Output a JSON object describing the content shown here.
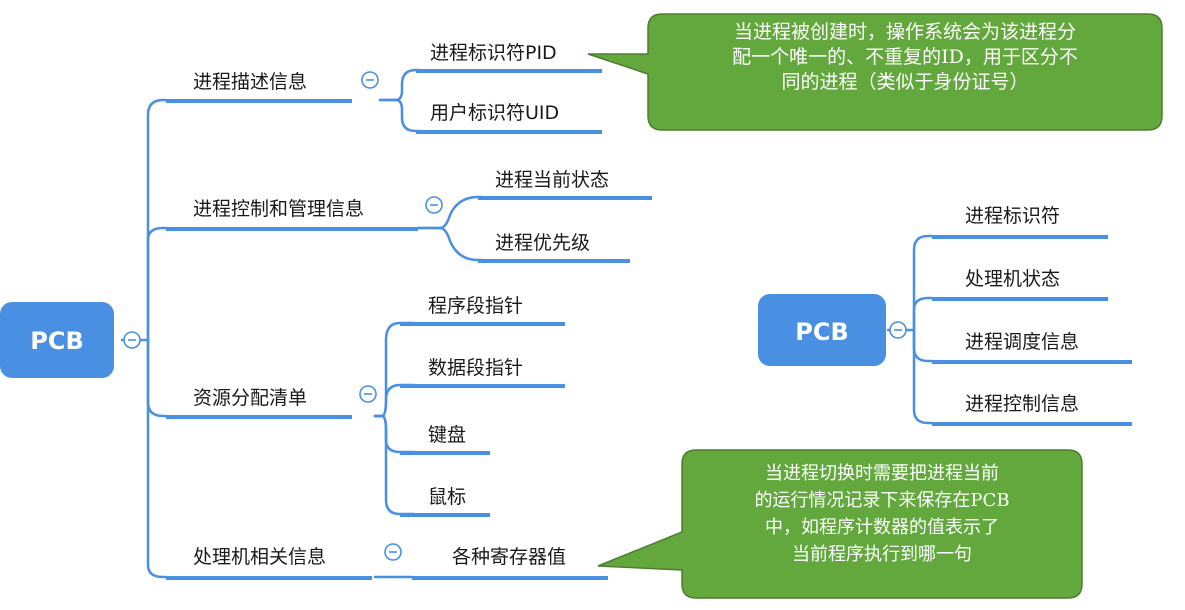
{
  "colors": {
    "line": "#4a90e2",
    "root": "#4a90e2",
    "callout_fill": "#62a83d",
    "callout_border": "#4e7d2f"
  },
  "left_tree": {
    "root": "PCB",
    "branches": [
      {
        "label": "进程描述信息",
        "children": [
          "进程标识符PID",
          "用户标识符UID"
        ]
      },
      {
        "label": "进程控制和管理信息",
        "children": [
          "进程当前状态",
          "进程优先级"
        ]
      },
      {
        "label": "资源分配清单",
        "children": [
          "程序段指针",
          "数据段指针",
          "键盘",
          "鼠标"
        ]
      },
      {
        "label": "处理机相关信息",
        "children": [
          "各种寄存器值"
        ]
      }
    ]
  },
  "right_tree": {
    "root": "PCB",
    "children": [
      "进程标识符",
      "处理机状态",
      "进程调度信息",
      "进程控制信息"
    ]
  },
  "callouts": [
    {
      "lines": [
        "当进程被创建时，操作系统会为该进程分",
        "配一个唯一的、不重复的ID，用于区分不",
        "同的进程（类似于身份证号）"
      ]
    },
    {
      "lines": [
        "当进程切换时需要把进程当前",
        "的运行情况记录下来保存在PCB",
        "中，如程序计数器的值表示了",
        "当前程序执行到哪一句"
      ]
    }
  ],
  "icons": {
    "collapse": "collapse-circle-icon"
  }
}
